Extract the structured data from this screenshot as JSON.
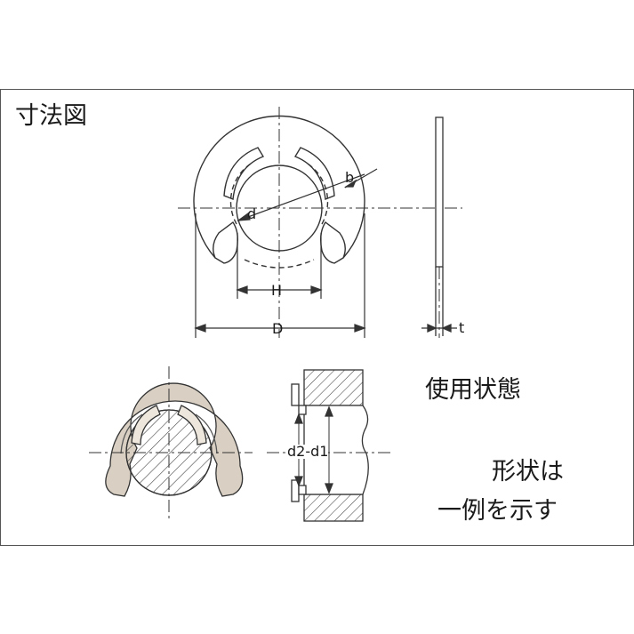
{
  "title": "寸法図",
  "usage_label": "使用状態",
  "note_line1": "形状は",
  "note_line2": "一例を示す",
  "dimensions": {
    "d": "d",
    "b": "b",
    "H": "H",
    "D": "D",
    "t": "t",
    "d2_d1": "d2-d1"
  },
  "colors": {
    "frame": "#555555",
    "line": "#333333",
    "ring_fill_usage": "#d9d0c3",
    "background": "#ffffff"
  }
}
